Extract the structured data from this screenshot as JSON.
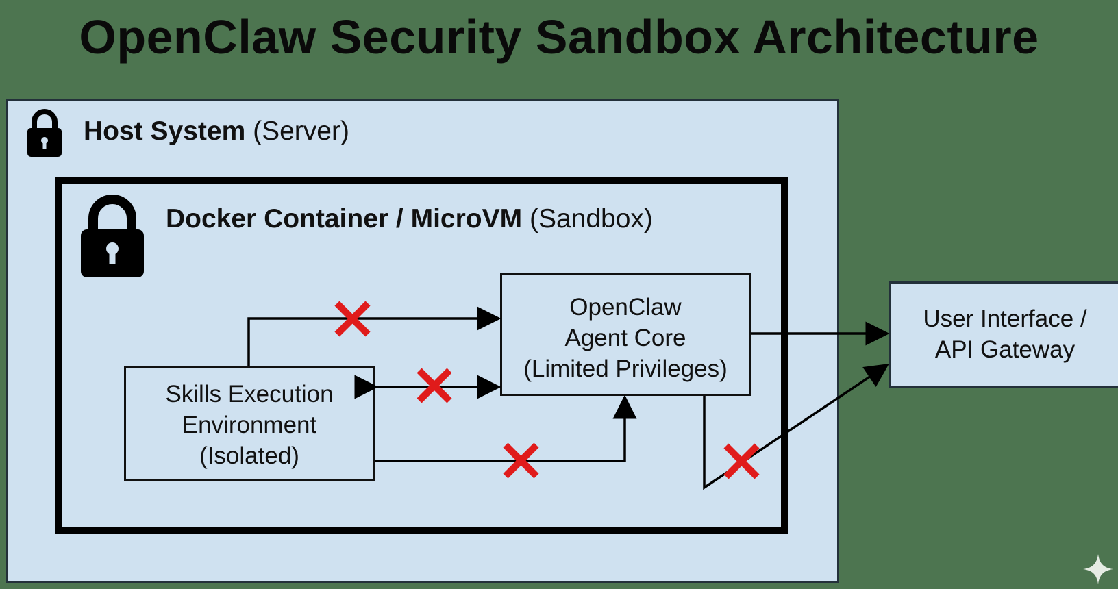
{
  "title": "OpenClaw Security Sandbox Architecture",
  "host": {
    "name": "Host System",
    "qualifier": "(Server)"
  },
  "container": {
    "name": "Docker Container / MicroVM",
    "qualifier": "(Sandbox)"
  },
  "agent_core": {
    "line1": "OpenClaw",
    "line2": "Agent Core",
    "line3": "(Limited Privileges)"
  },
  "skills_env": {
    "line1": "Skills Execution",
    "line2": "Environment",
    "line3": "(Isolated)"
  },
  "gateway": {
    "line1": "User Interface /",
    "line2": "API Gateway"
  },
  "icons": {
    "host_lock": "lock-icon",
    "container_lock": "lock-icon",
    "blocked_marker": "x-mark-icon",
    "watermark": "sparkle-icon"
  },
  "colors": {
    "background": "#4d7550",
    "box_fill": "#cfe1f0",
    "blocked": "#e01b1b"
  }
}
